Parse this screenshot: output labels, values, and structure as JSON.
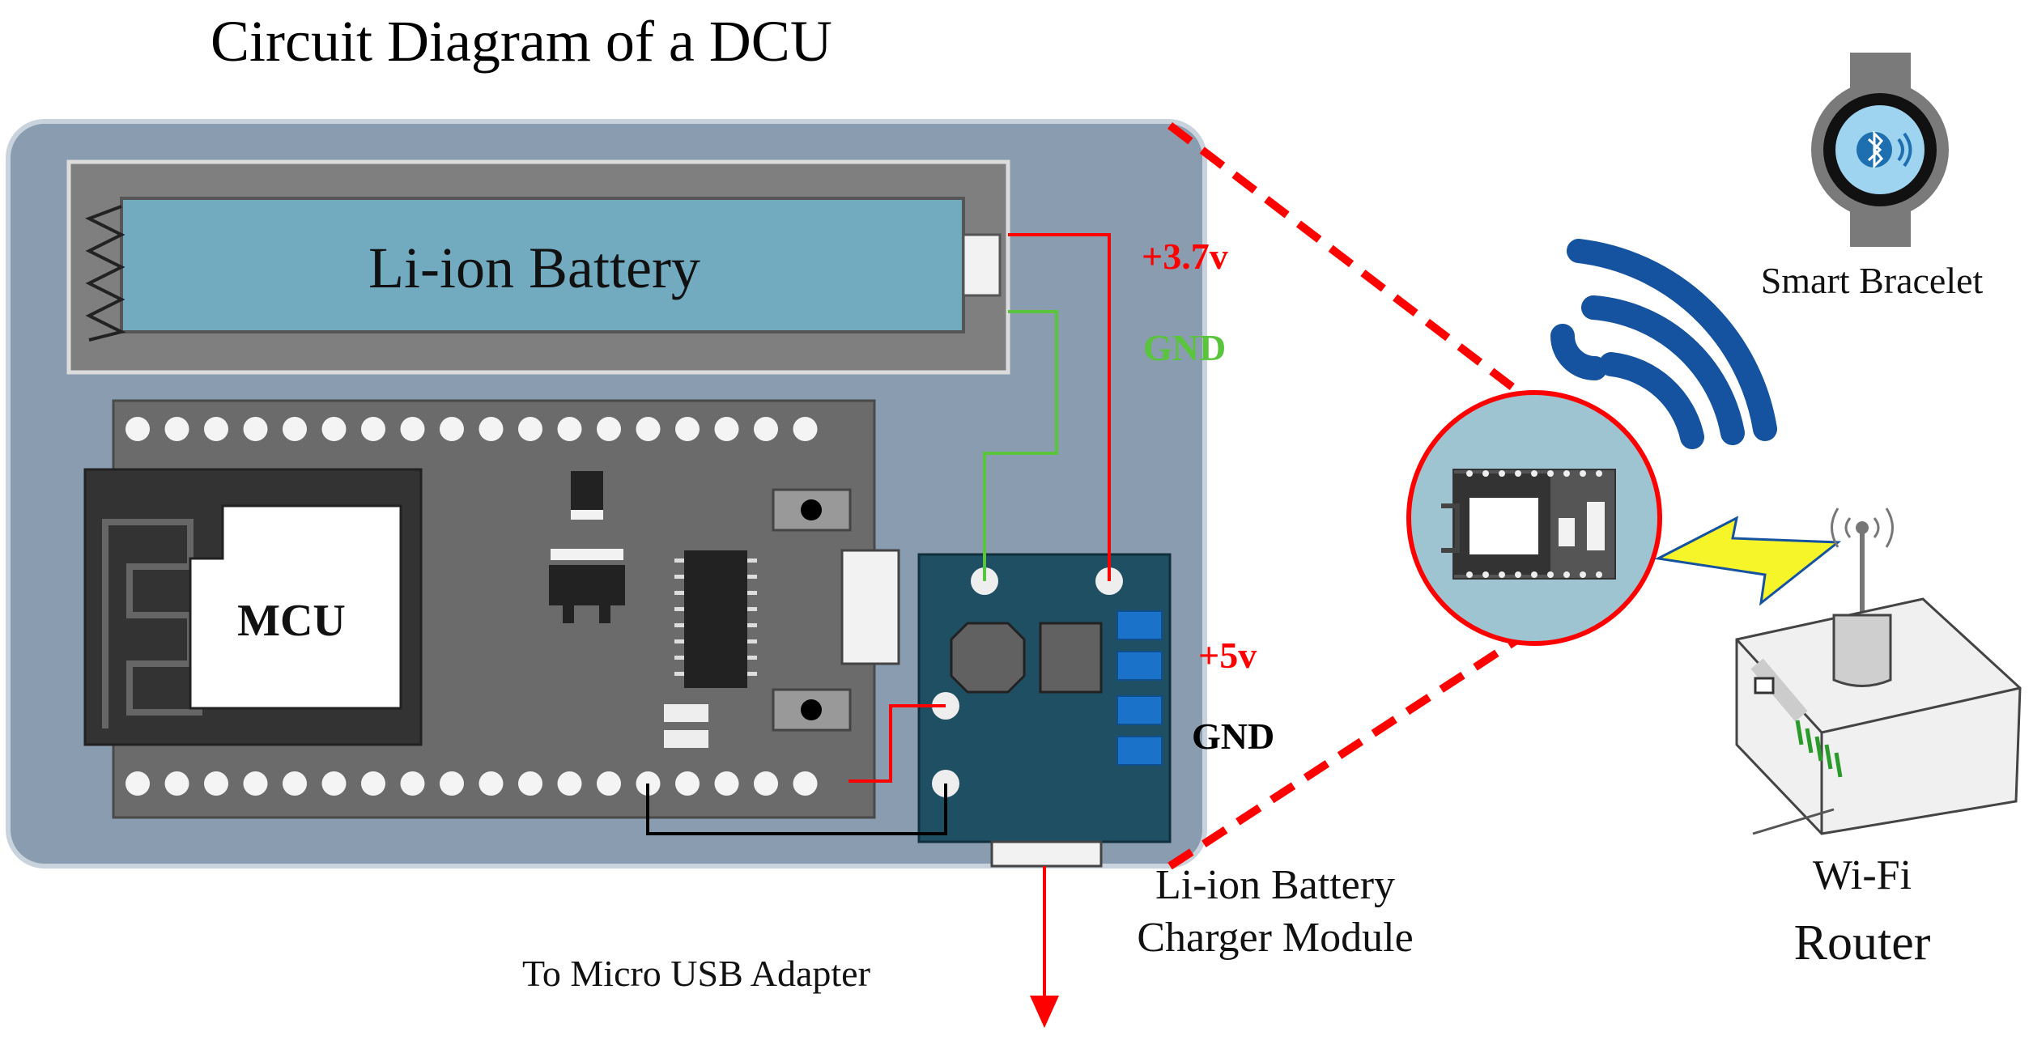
{
  "title": "Circuit Diagram of a DCU",
  "labels": {
    "battery": "Li-ion Battery",
    "mcu": "MCU",
    "batt_plus": "+3.7v",
    "batt_gnd": "GND",
    "charger_plus": "+5v",
    "charger_gnd": "GND",
    "charger_module_line1": "Li-ion Battery",
    "charger_module_line2": "Charger Module",
    "usb": "To Micro USB Adapter",
    "bracelet": "Smart Bracelet",
    "router_line1": "Wi-Fi",
    "router_line2": "Router"
  },
  "colors": {
    "board": "#8a9cb0",
    "battery_body": "#72aabf",
    "mcu_pcb": "#6b6b6b",
    "charger_pcb": "#1f4f63",
    "positive_wire": "#ff0000",
    "gnd_wire_battery": "#5ac43c",
    "gnd_wire_charger": "#000000",
    "zoom_outline": "#ff0000",
    "wifi_waves": "#1552a0",
    "lightning": "#f5f52a"
  },
  "icons": [
    "smart-bracelet-icon",
    "bluetooth-icon",
    "wifi-signal-icon",
    "router-icon",
    "lightning-icon",
    "usb-arrow-icon"
  ]
}
